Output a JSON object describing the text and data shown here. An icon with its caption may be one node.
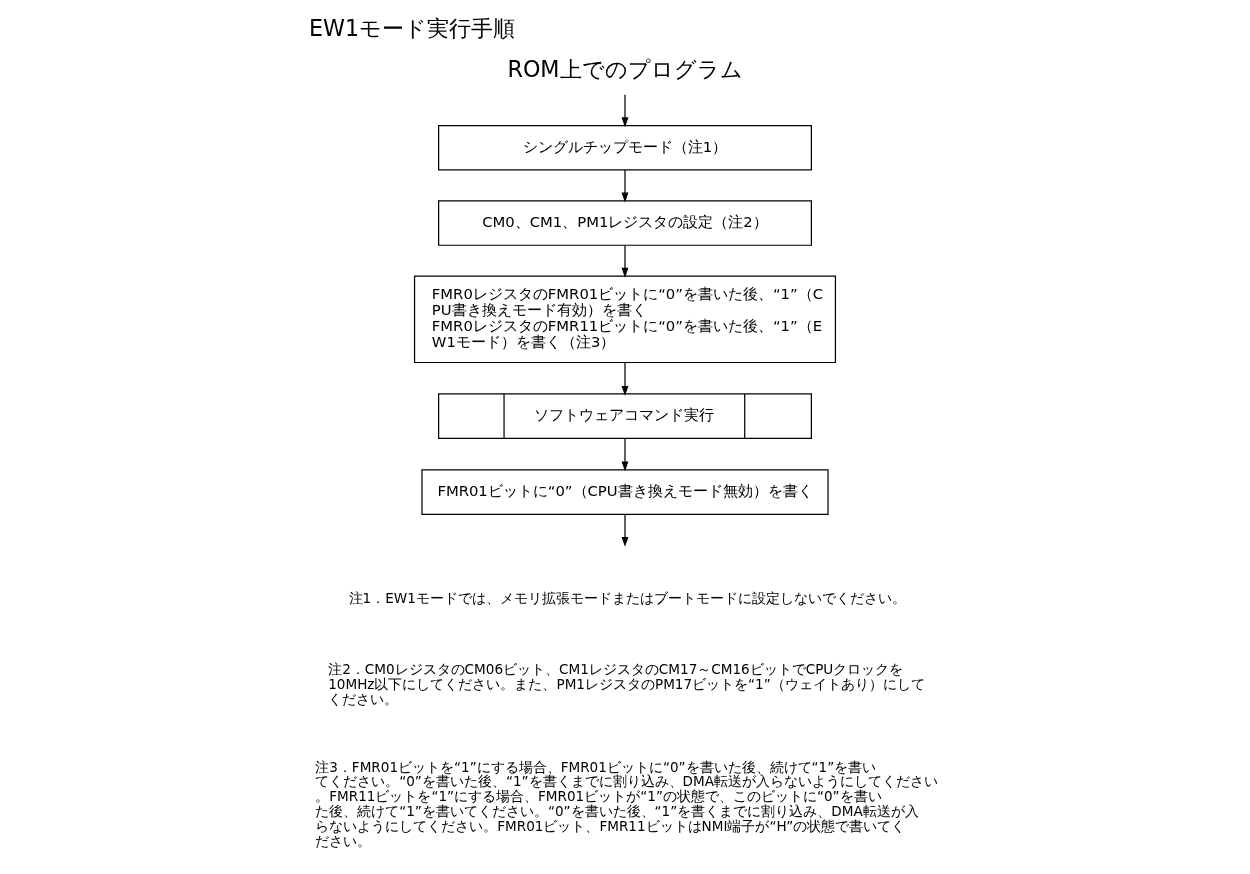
{
  "diagram": {
    "title": "EW1モード実行手順",
    "nodes": [
      {
        "text": [
          "ROM上でのプログラム"
        ]
      },
      {
        "text": [
          "シングルチップモード（注1）"
        ]
      },
      {
        "text": [
          "CM0、CM1、PM1レジスタの設定（注2）"
        ]
      },
      {
        "text": [
          "FMR0レジスタのFMR01ビットに“0”を書いた後、“1”（CPU書き換えモード有効）を書く",
          "FMR0レジスタのFMR11ビットに“0”を書いた後、“1”（EW1モード）を書く（注3）"
        ]
      },
      {
        "text": [
          "ソフトウェアコマンド実行"
        ]
      },
      {
        "text": [
          "FMR01ビットに“0”（CPU書き換えモード無効）を書く"
        ]
      }
    ],
    "edges": [
      {
        "from": 0,
        "to": 1,
        "arrow": "to"
      },
      {
        "from": 1,
        "to": 2,
        "arrow": "to"
      },
      {
        "from": 2,
        "to": 3,
        "arrow": "to"
      },
      {
        "from": 3,
        "to": 4,
        "arrow": "to"
      },
      {
        "from": 4,
        "to": 5,
        "arrow": "to"
      },
      {
        "from": 5,
        "to": null,
        "arrow": "to"
      }
    ],
    "labels": [
      "注1．EW1モードでは、メモリ拡張モードまたはブートモードに設定しないでください。",
      "注2．CM0レジスタのCM06ビット、CM1レジスタのCM17～CM16ビットでCPUクロックを10MHz以下にしてください。また、PM1レジスタのPM17ビットを“1”（ウェイトあり）にしてください。",
      "注3．FMR01ビットを“1”にする場合、FMR01ビットに“0”を書いた後、続けて“1”を書いてください。“0”を書いた後、“1”を書くまでに割り込み、DMA転送が入らないようにしてください。FMR11ビットを“1”にする場合、FMR01ビットが“1”の状態で、このビットに“0”を書いた後、続けて“1”を書いてください。“0”を書いた後、“1”を書くまでに割り込み、DMA転送が入らないようにしてください。FMR01ビット、FMR11ビットはNMI端子が“H”の状態で書いてください。"
    ]
  }
}
